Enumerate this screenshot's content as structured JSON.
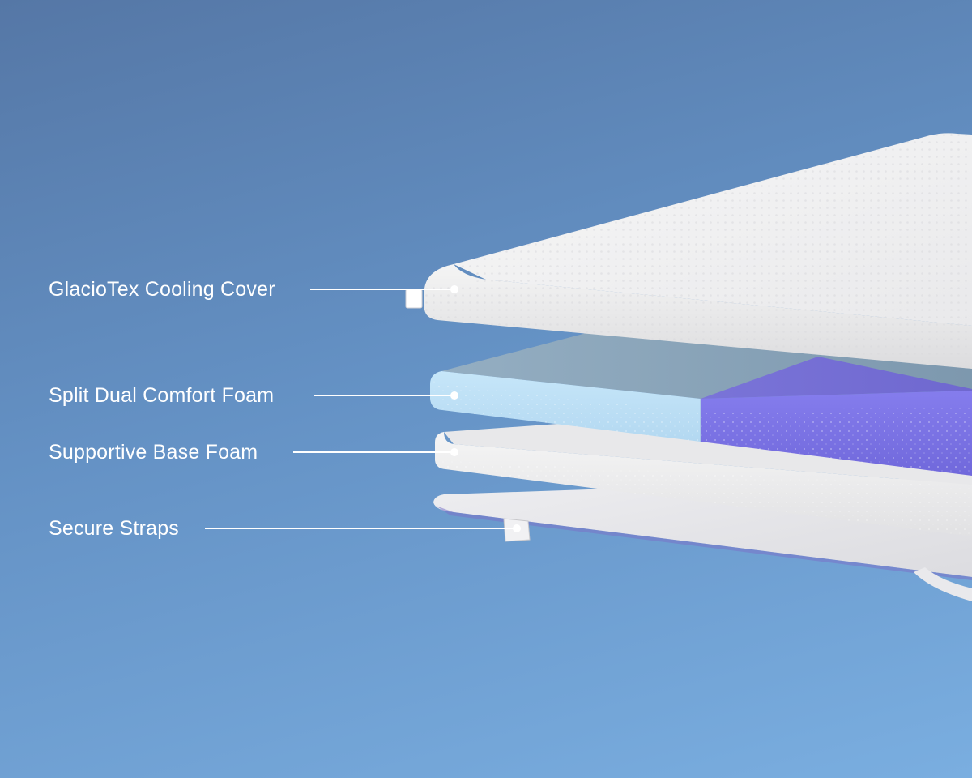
{
  "callouts": [
    {
      "id": "cover",
      "label": "GlacioTex Cooling Cover"
    },
    {
      "id": "comfort",
      "label": "Split Dual Comfort Foam"
    },
    {
      "id": "base",
      "label": "Supportive Base Foam"
    },
    {
      "id": "straps",
      "label": "Secure Straps"
    }
  ],
  "colors": {
    "background_top": "#5577a6",
    "background_bottom": "#7aaee0",
    "cover": "#f3f3f3",
    "comfort_left": "#bfe0f6",
    "comfort_right": "#8078e6",
    "base_foam": "#f1f1f1",
    "strap_sheet": "#e6e6e9",
    "leader_line": "#ffffff"
  }
}
